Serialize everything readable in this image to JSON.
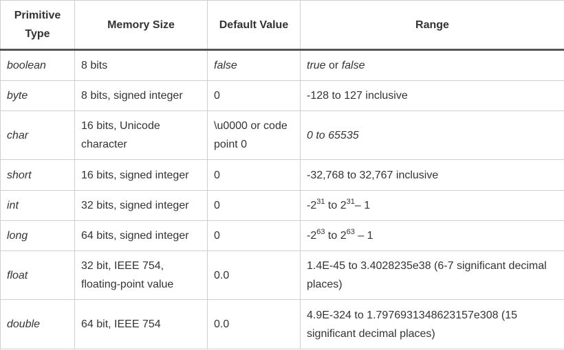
{
  "headers": {
    "type": "Primitive Type",
    "memory": "Memory Size",
    "default": "Default Value",
    "range": "Range"
  },
  "rows": [
    {
      "type": "boolean",
      "memory": "8 bits",
      "default": "false",
      "range_true": "true",
      "range_or": " or ",
      "range_false": "false"
    },
    {
      "type": "byte",
      "memory": "8 bits, signed integer",
      "default": "0",
      "range": "-128 to 127 inclusive"
    },
    {
      "type": "char",
      "memory": "16 bits, Unicode character",
      "default": "\\u0000 or code point 0",
      "range": "0 to 65535"
    },
    {
      "type": "short",
      "memory": "16 bits, signed integer",
      "default": "0",
      "range": "-32,768 to 32,767 inclusive"
    },
    {
      "type": "int",
      "memory": "32 bits, signed integer",
      "default": "0",
      "range_base1": "-2",
      "range_exp1": "31",
      "range_mid": " to 2",
      "range_exp2": "31",
      "range_tail": "– 1"
    },
    {
      "type": "long",
      "memory": "64 bits, signed integer",
      "default": "0",
      "range_base1": "-2",
      "range_exp1": "63",
      "range_mid": " to 2",
      "range_exp2": "63",
      "range_tail": " – 1"
    },
    {
      "type": "float",
      "memory": "32 bit, IEEE 754, floating-point value",
      "default": "0.0",
      "range": "1.4E-45 to 3.4028235e38 (6-7 significant decimal places)"
    },
    {
      "type": "double",
      "memory": "64 bit, IEEE 754",
      "default": "0.0",
      "range": "4.9E-324 to 1.7976931348623157e308 (15 significant decimal places)"
    }
  ]
}
